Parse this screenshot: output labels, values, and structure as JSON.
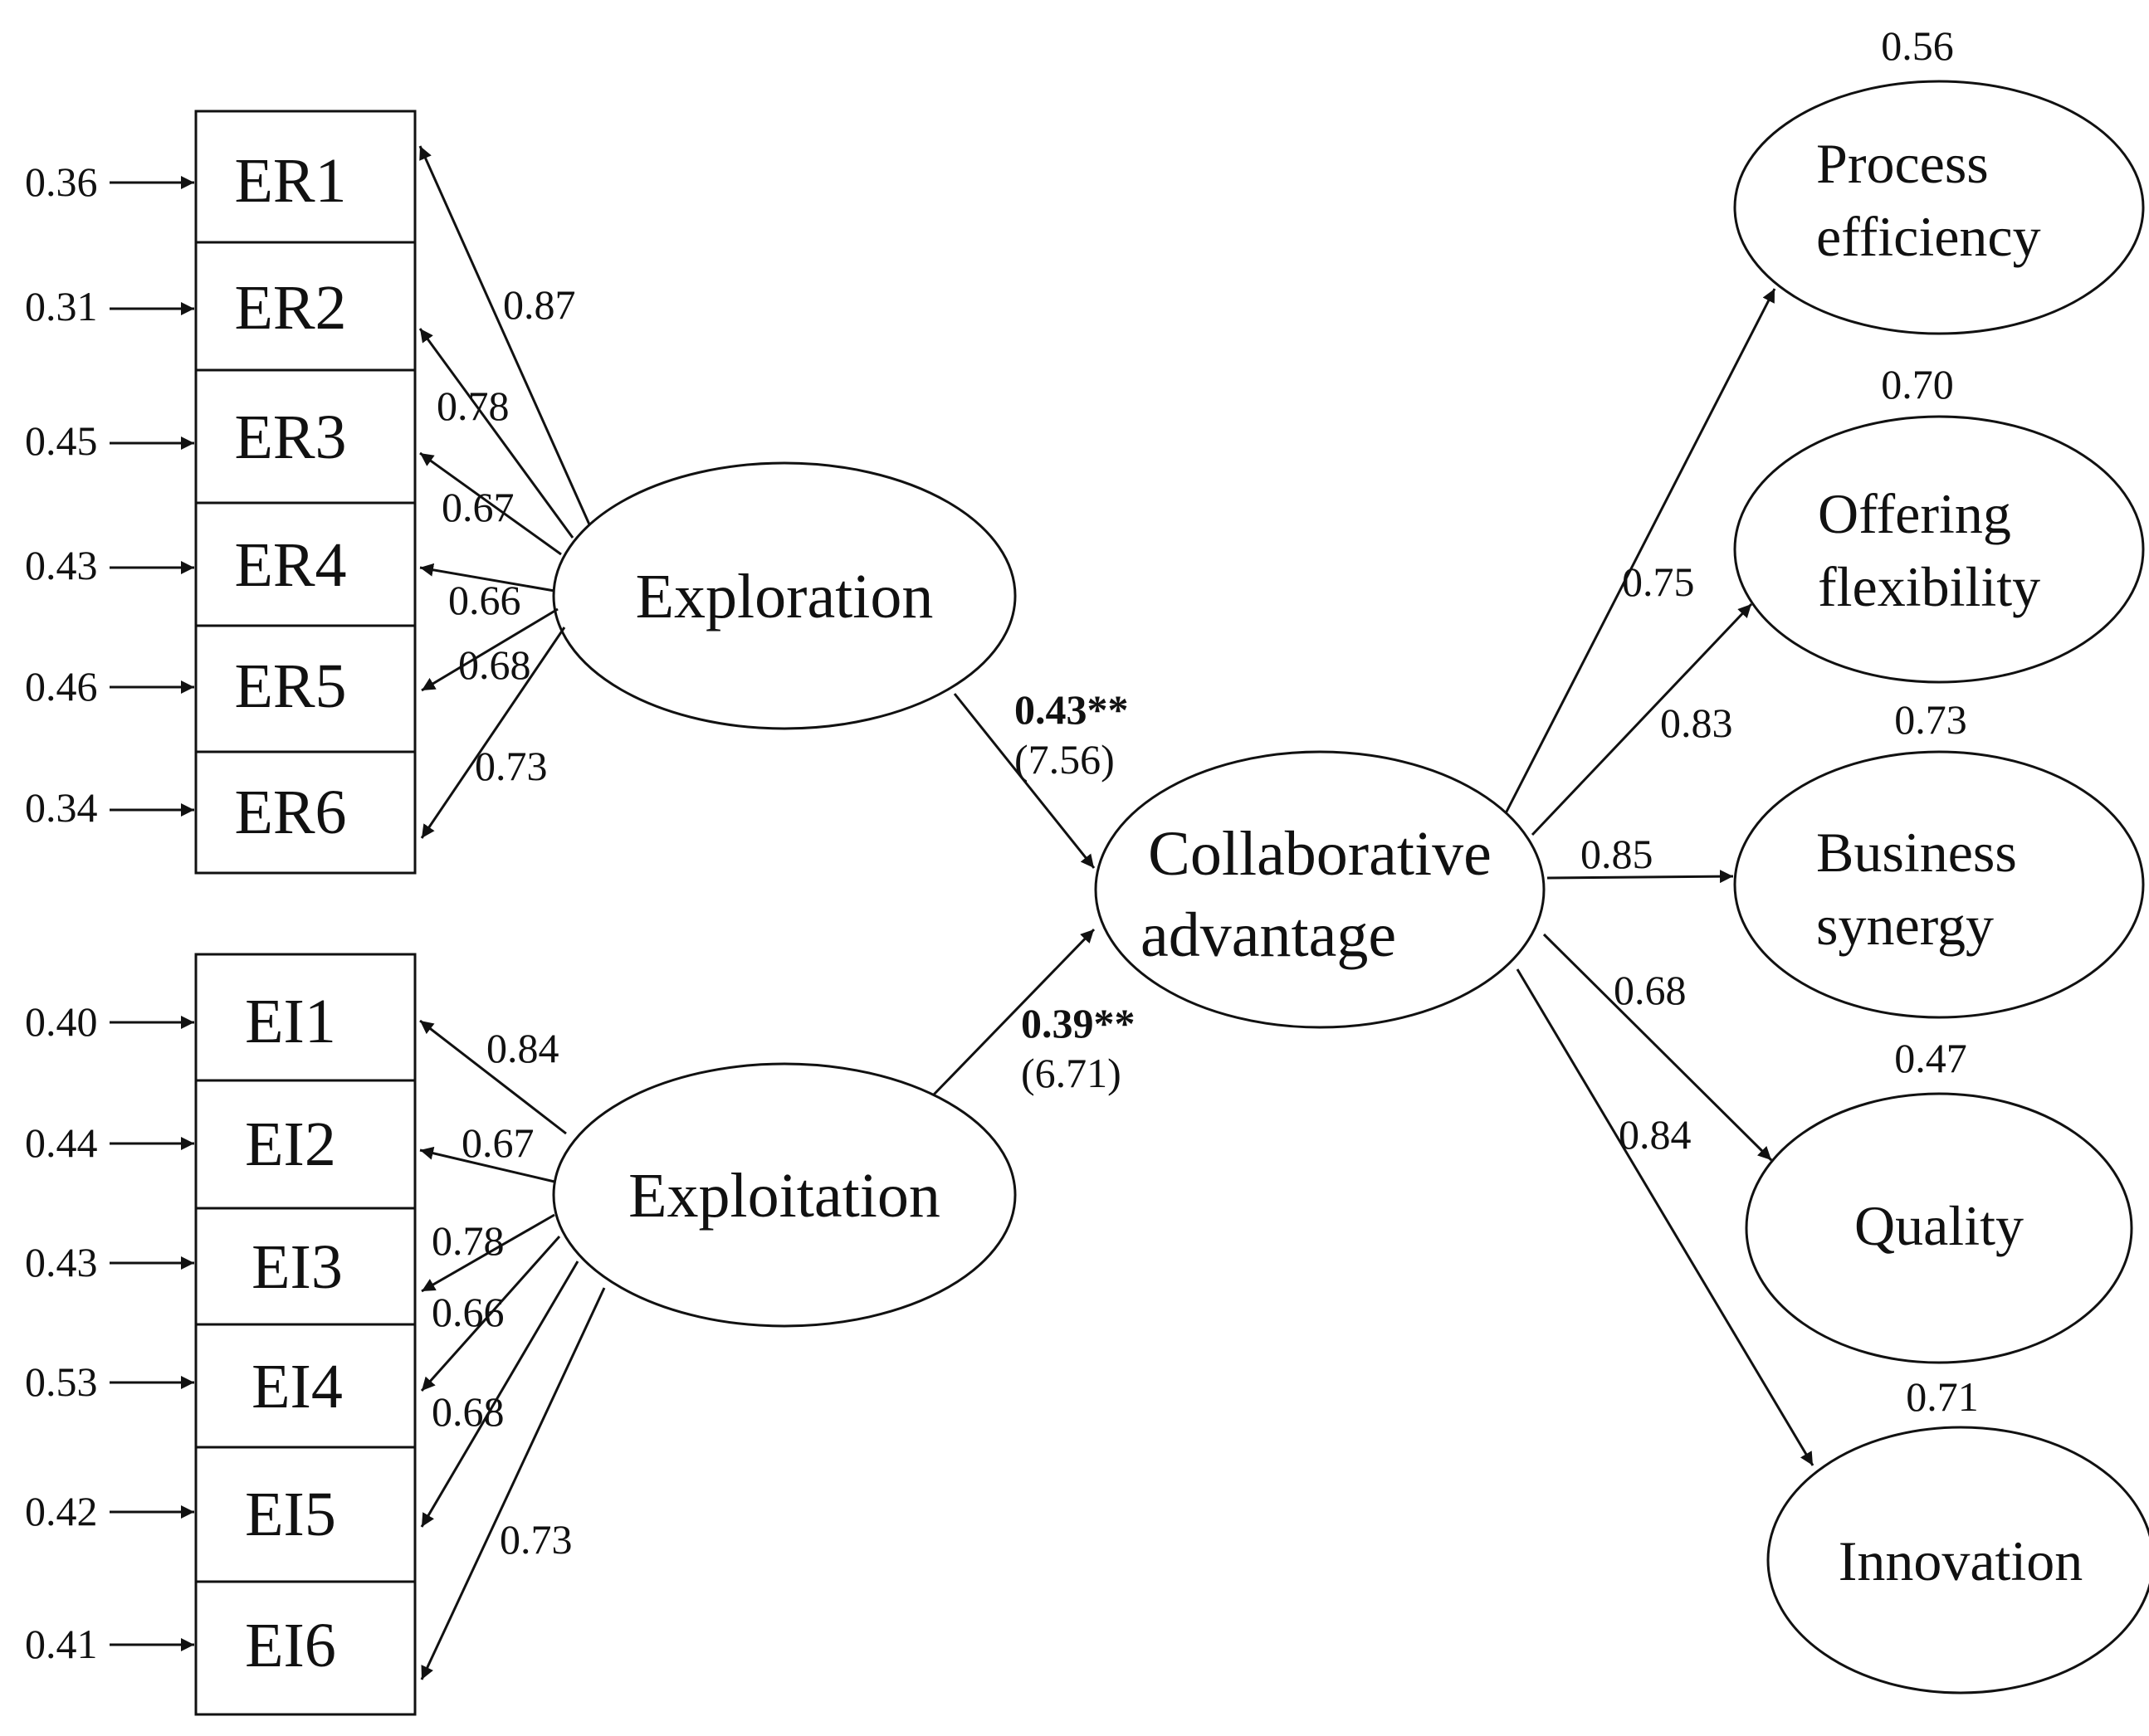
{
  "diagram": {
    "latents": {
      "exploration": "Exploration",
      "exploitation": "Exploitation",
      "collaborative_line1": "Collaborative",
      "collaborative_line2": "advantage"
    },
    "exploration_items": [
      {
        "label": "ER1",
        "error": "0.36",
        "loading": "0.87"
      },
      {
        "label": "ER2",
        "error": "0.31",
        "loading": "0.78"
      },
      {
        "label": "ER3",
        "error": "0.45",
        "loading": "0.67"
      },
      {
        "label": "ER4",
        "error": "0.43",
        "loading": "0.66"
      },
      {
        "label": "ER5",
        "error": "0.46",
        "loading": "0.68"
      },
      {
        "label": "ER6",
        "error": "0.34",
        "loading": "0.73"
      }
    ],
    "exploitation_items": [
      {
        "label": "EI1",
        "error": "0.40",
        "loading": "0.84"
      },
      {
        "label": "EI2",
        "error": "0.44",
        "loading": "0.67"
      },
      {
        "label": "EI3",
        "error": "0.43",
        "loading": "0.78"
      },
      {
        "label": "EI4",
        "error": "0.53",
        "loading": "0.66"
      },
      {
        "label": "EI5",
        "error": "0.42",
        "loading": "0.68"
      },
      {
        "label": "EI6",
        "error": "0.41",
        "loading": "0.73"
      }
    ],
    "paths": {
      "exploration_coef": "0.43**",
      "exploration_t": "(7.56)",
      "exploitation_coef": "0.39**",
      "exploitation_t": "(6.71)"
    },
    "outcomes": [
      {
        "line1": "Process",
        "line2": "efficiency",
        "variance": "0.56",
        "loading": "0.75"
      },
      {
        "line1": "Offering",
        "line2": "flexibility",
        "variance": "0.70",
        "loading": "0.83"
      },
      {
        "line1": "Business",
        "line2": "synergy",
        "variance": "0.73",
        "loading": "0.85"
      },
      {
        "line1": "Quality",
        "line2": "",
        "variance": "0.47",
        "loading": "0.68"
      },
      {
        "line1": "Innovation",
        "line2": "",
        "variance": "0.71",
        "loading": "0.84"
      }
    ]
  }
}
